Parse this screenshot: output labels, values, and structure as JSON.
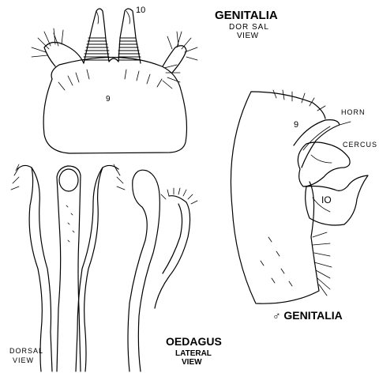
{
  "labels": {
    "genitalia_title": "GENITALIA",
    "dorsal_view_line1": "DOR SAL",
    "dorsal_view_line2": "VIEW",
    "segment_10_top": "10",
    "segment_9_top": "9",
    "segment_9_right": "9",
    "horn": "HORN",
    "cercus": "CERCUS",
    "segment_10_right": "IO",
    "male_genitalia": "♂ GENITALIA",
    "oedagus": "OEDAGUS",
    "lateral_line1": "LATERAL",
    "lateral_line2": "VIEW",
    "dorsal_line1": "DORSAL",
    "dorsal_line2": "VIEW"
  },
  "colors": {
    "ink": "#000000",
    "paper": "#ffffff"
  }
}
